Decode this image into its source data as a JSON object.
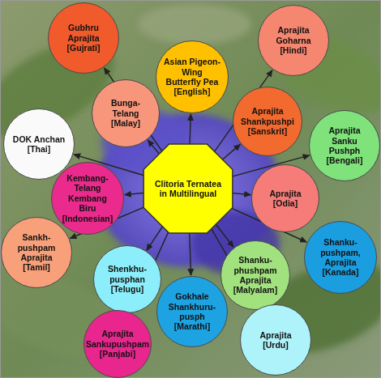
{
  "diagram": {
    "nodes": [
      {
        "text": [
          "Clitoria Ternatea in Multilingual"
        ]
      },
      {
        "text": [
          "Gubhru Aprajita [Gujrati]"
        ]
      },
      {
        "text": [
          "Aprajita Goharna [Hindi]"
        ]
      },
      {
        "text": [
          "Asian Pigeon-Wing Butterfly Pea [English]"
        ]
      },
      {
        "text": [
          "Bunga-Telang [Malay]"
        ]
      },
      {
        "text": [
          "Aprajita Shankpushpi [Sanskrit]"
        ]
      },
      {
        "text": [
          "DOK Anchan [Thai]"
        ]
      },
      {
        "text": [
          "Aprajita Sanku Pushph [Bengali]"
        ]
      },
      {
        "text": [
          "Kembang-Telang Kembang Biru [Indonesian]"
        ]
      },
      {
        "text": [
          "Aprajita [Odia]"
        ]
      },
      {
        "text": [
          "Sankh-pushpam Aprajita [Tamil]"
        ]
      },
      {
        "text": [
          "Shanku-pushpam, Aprajita [Kanada]"
        ]
      },
      {
        "text": [
          "Shenkhu-pusphan [Telugu]"
        ]
      },
      {
        "text": [
          "Shanku-phushpam Aprajita [Malyalam]"
        ]
      },
      {
        "text": [
          "Gokhale Shankhuru-pusph [Marathi]"
        ]
      },
      {
        "text": [
          "Aprajita Sankupushpam [Panjabi]"
        ]
      },
      {
        "text": [
          "Aprajita [Urdu]"
        ]
      }
    ],
    "edges": [
      {
        "from": 0,
        "to": 1,
        "arrow": "to"
      },
      {
        "from": 0,
        "to": 2,
        "arrow": "to"
      },
      {
        "from": 0,
        "to": 3,
        "arrow": "to"
      },
      {
        "from": 0,
        "to": 4,
        "arrow": "to"
      },
      {
        "from": 0,
        "to": 5,
        "arrow": "to"
      },
      {
        "from": 0,
        "to": 6,
        "arrow": "to"
      },
      {
        "from": 0,
        "to": 7,
        "arrow": "to"
      },
      {
        "from": 0,
        "to": 8,
        "arrow": "to"
      },
      {
        "from": 0,
        "to": 9,
        "arrow": "to"
      },
      {
        "from": 0,
        "to": 10,
        "arrow": "to"
      },
      {
        "from": 0,
        "to": 11,
        "arrow": "to"
      },
      {
        "from": 0,
        "to": 12,
        "arrow": "to"
      },
      {
        "from": 0,
        "to": 13,
        "arrow": "to"
      },
      {
        "from": 0,
        "to": 14,
        "arrow": "to"
      },
      {
        "from": 0,
        "to": 15,
        "arrow": "to"
      },
      {
        "from": 0,
        "to": 16,
        "arrow": "to"
      }
    ]
  }
}
